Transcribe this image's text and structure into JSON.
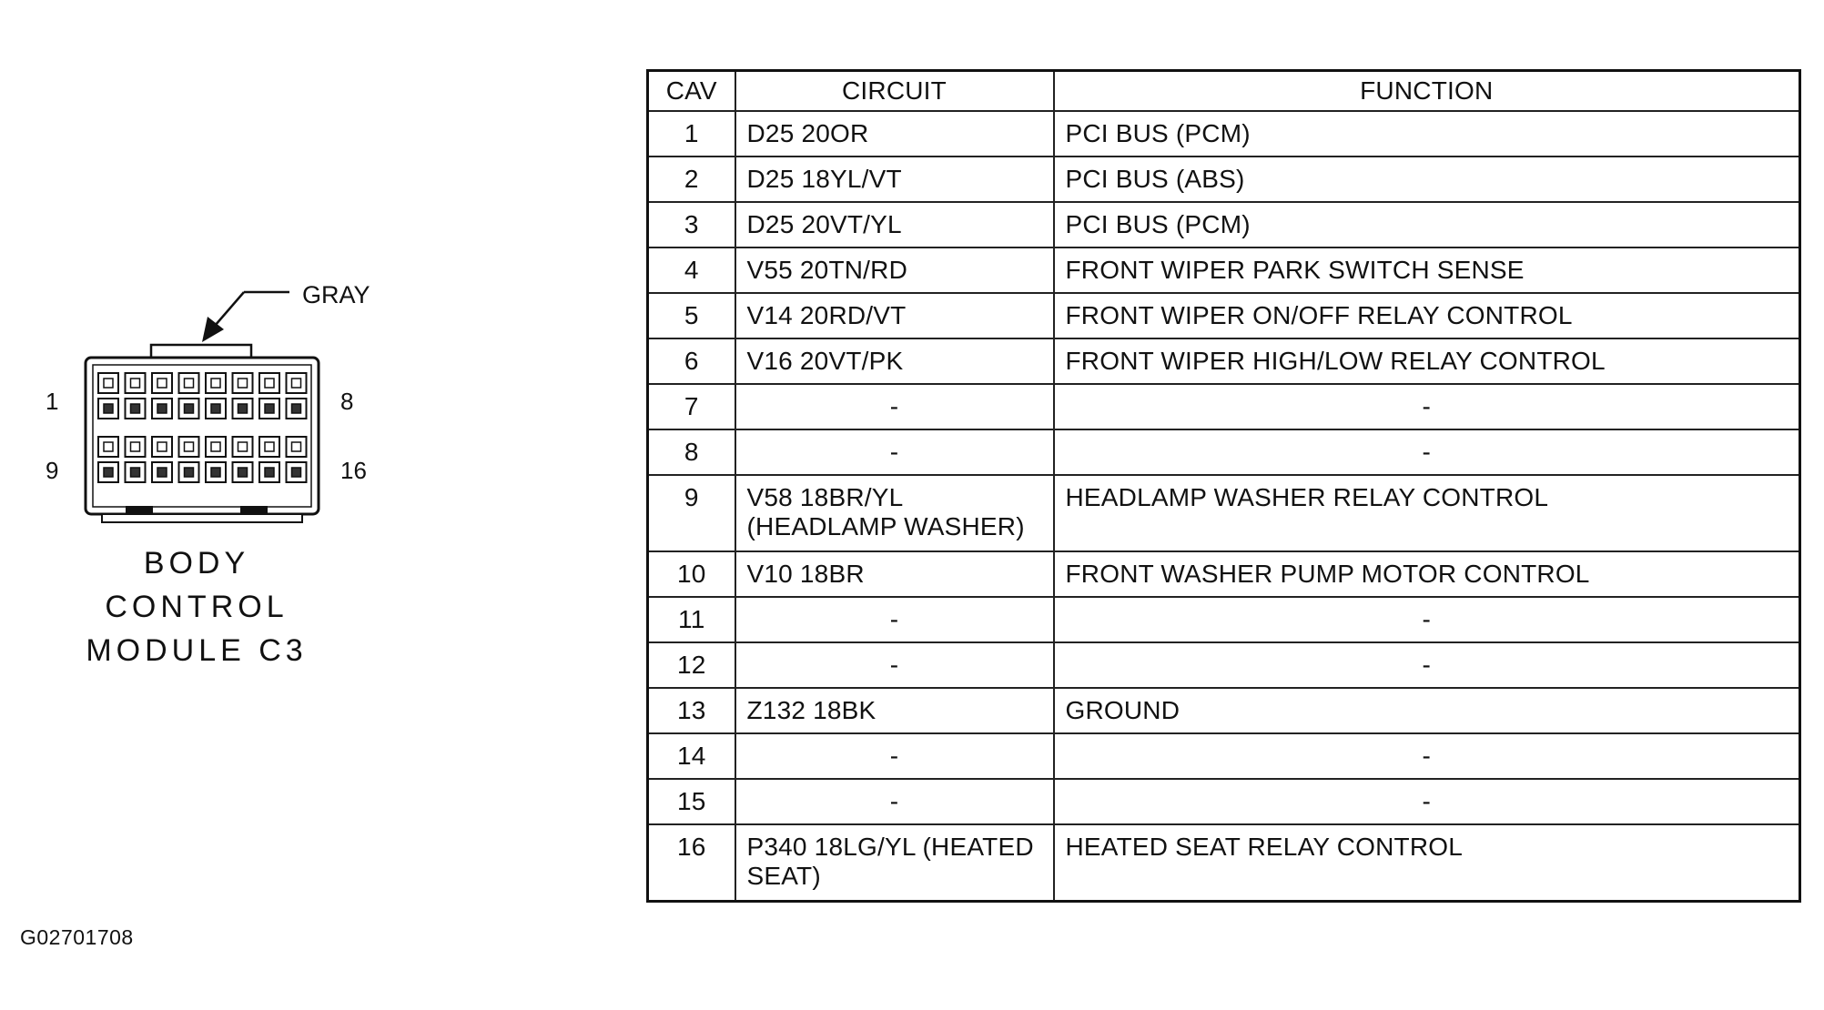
{
  "connector": {
    "color_label": "GRAY",
    "pin_labels": {
      "top_left": "1",
      "top_right": "8",
      "bottom_left": "9",
      "bottom_right": "16"
    },
    "name_lines": [
      "BODY",
      "CONTROL",
      "MODULE C3"
    ]
  },
  "figure_id": "G02701708",
  "table": {
    "headers": {
      "cav": "CAV",
      "circuit": "CIRCUIT",
      "function": "FUNCTION"
    },
    "rows": [
      {
        "cav": "1",
        "circuit": "D25 20OR",
        "function": "PCI BUS (PCM)"
      },
      {
        "cav": "2",
        "circuit": "D25 18YL/VT",
        "function": "PCI BUS (ABS)"
      },
      {
        "cav": "3",
        "circuit": "D25 20VT/YL",
        "function": "PCI BUS (PCM)"
      },
      {
        "cav": "4",
        "circuit": "V55 20TN/RD",
        "function": "FRONT WIPER PARK SWITCH SENSE"
      },
      {
        "cav": "5",
        "circuit": "V14 20RD/VT",
        "function": "FRONT WIPER ON/OFF RELAY CONTROL"
      },
      {
        "cav": "6",
        "circuit": "V16 20VT/PK",
        "function": "FRONT WIPER HIGH/LOW RELAY CONTROL"
      },
      {
        "cav": "7",
        "circuit": "-",
        "function": "-"
      },
      {
        "cav": "8",
        "circuit": "-",
        "function": "-"
      },
      {
        "cav": "9",
        "circuit": "V58 18BR/YL (HEADLAMP WASHER)",
        "function": "HEADLAMP WASHER RELAY CONTROL"
      },
      {
        "cav": "10",
        "circuit": "V10 18BR",
        "function": "FRONT WASHER PUMP MOTOR CONTROL"
      },
      {
        "cav": "11",
        "circuit": "-",
        "function": "-"
      },
      {
        "cav": "12",
        "circuit": "-",
        "function": "-"
      },
      {
        "cav": "13",
        "circuit": "Z132 18BK",
        "function": "GROUND"
      },
      {
        "cav": "14",
        "circuit": "-",
        "function": "-"
      },
      {
        "cav": "15",
        "circuit": "-",
        "function": "-"
      },
      {
        "cav": "16",
        "circuit": "P340 18LG/YL (HEATED SEAT)",
        "function": "HEATED SEAT RELAY CONTROL"
      }
    ]
  }
}
